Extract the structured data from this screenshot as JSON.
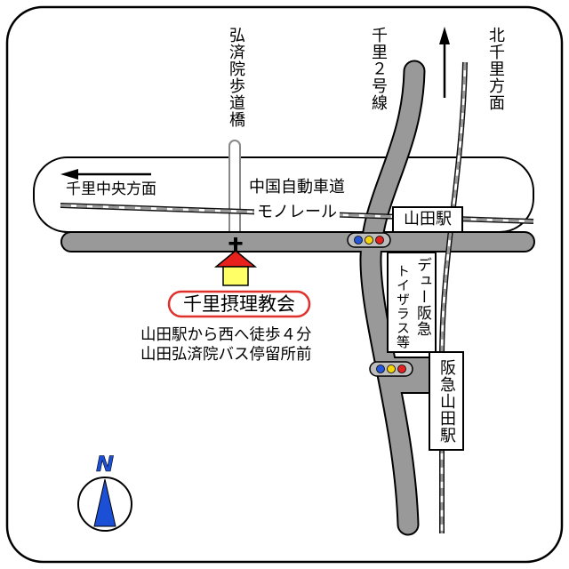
{
  "map": {
    "directions": {
      "west": "千里中央方面",
      "north": "北千里方面"
    },
    "roads": {
      "expressway": "中国自動車道",
      "footbridge": "弘済院歩道橋",
      "route": "千里２号線"
    },
    "rail": {
      "monorail": "モノレール",
      "monorail_station": "山田駅",
      "hankyu_station": "阪急山田駅"
    },
    "landmarks": {
      "mall_name": "デュー阪急",
      "mall_tenants": "トイザラス等"
    },
    "destination": {
      "name": "千里摂理教会",
      "access_lines": [
        "山田駅から西へ徒歩４分",
        "山田弘済院バス停留所前"
      ]
    },
    "compass": {
      "label": "N"
    },
    "icons": {
      "church": "church-icon",
      "traffic_signal": "traffic-signal-icon",
      "compass": "compass-icon",
      "north_arrow": "north-arrow-icon",
      "direction_up": "arrow-up-icon",
      "direction_left": "arrow-left-icon"
    }
  },
  "colors": {
    "road": "#999999",
    "road_outline": "#000000",
    "rail_gray": "#9a9a9a",
    "signal_body": "#bdbdbd",
    "signal_blue": "#2456d8",
    "signal_yellow": "#f4d40a",
    "signal_red": "#e42121",
    "church_roof": "#e8211d",
    "church_body": "#ffff66",
    "label_border": "#e0302b",
    "compass_blue": "#1a4fd6"
  }
}
